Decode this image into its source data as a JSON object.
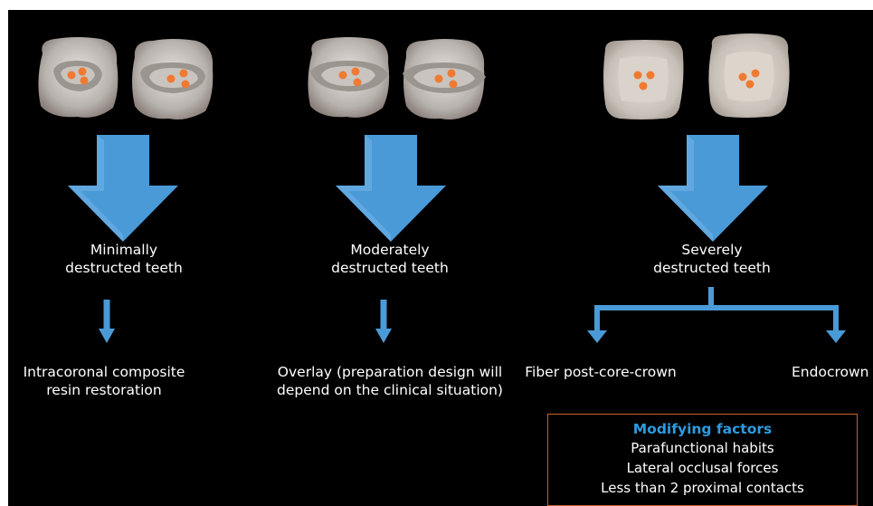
{
  "columns": [
    {
      "category": [
        "Minimally",
        "destructed teeth"
      ],
      "outcome": [
        "Intracoronal composite",
        "resin restoration"
      ]
    },
    {
      "category": [
        "Moderately",
        "destructed teeth"
      ],
      "outcome": [
        "Overlay (preparation design will",
        "depend on the clinical situation)"
      ]
    },
    {
      "category": [
        "Severely",
        "destructed teeth"
      ],
      "outcomes": [
        "Fiber post-core-crown",
        "Endocrown"
      ]
    }
  ],
  "modifying_factors": {
    "title": "Modifying factors",
    "items": [
      "Parafunctional habits",
      "Lateral occlusal forces",
      "Less than 2 proximal contacts"
    ]
  },
  "colors": {
    "background": "#000000",
    "arrow": "#4a9ad8",
    "factors_title": "#2e9be0",
    "factors_border": "#c8612a",
    "text": "#ffffff"
  }
}
